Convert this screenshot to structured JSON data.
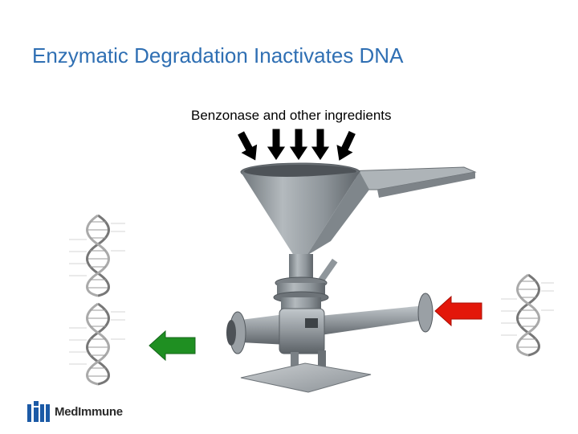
{
  "slide": {
    "title": "Enzymatic Degradation Inactivates DNA",
    "caption": "Benzonase and other ingredients",
    "logo_text": "MedImmune"
  },
  "colors": {
    "title": "#2f6fb3",
    "inflow_arrow": "#e3170a",
    "outflow_arrow": "#1f8f22",
    "machine": "#8f969b",
    "down_arrows": "#000000"
  },
  "icons": {
    "down_arrows": "arrow-down-icon",
    "inflow": "arrow-left-icon",
    "outflow": "arrow-left-icon",
    "machine": "hopper-mixer",
    "dna": "dna-helix-icon"
  }
}
